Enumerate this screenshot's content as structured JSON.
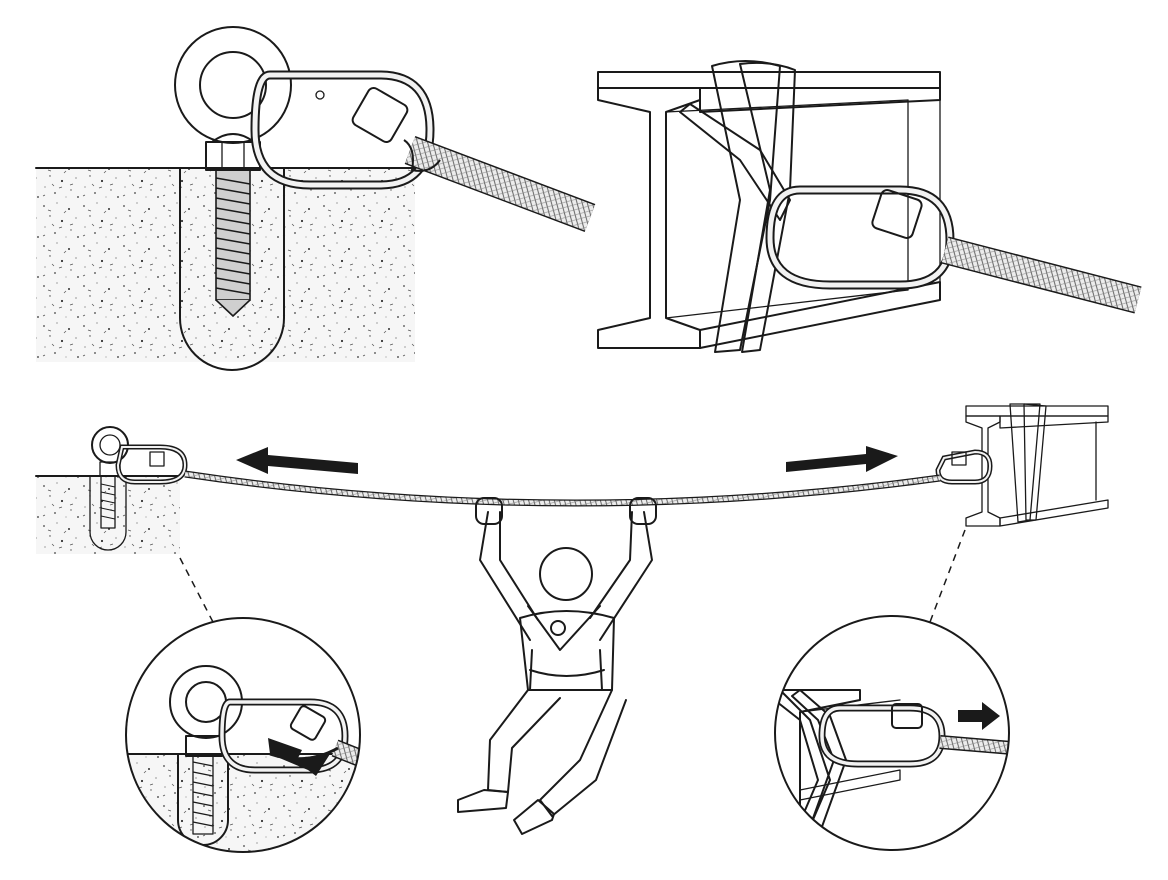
{
  "diagram": {
    "panels": [
      {
        "id": "eyebolt-detail",
        "label": ""
      },
      {
        "id": "ibeam-detail",
        "label": ""
      },
      {
        "id": "overview",
        "label": ""
      },
      {
        "id": "eyebolt-zoom",
        "label": ""
      },
      {
        "id": "ibeam-zoom",
        "label": ""
      }
    ],
    "arrows": [
      {
        "id": "tension-left",
        "direction": "left"
      },
      {
        "id": "tension-right",
        "direction": "right"
      },
      {
        "id": "zoom-left-arrow",
        "direction": "down-right"
      },
      {
        "id": "zoom-right-arrow",
        "direction": "right"
      }
    ],
    "colors": {
      "ink": "#1a1a1a",
      "paper": "#ffffff",
      "concrete": "#f4f4f4",
      "metal": "#f2f2f2"
    }
  }
}
